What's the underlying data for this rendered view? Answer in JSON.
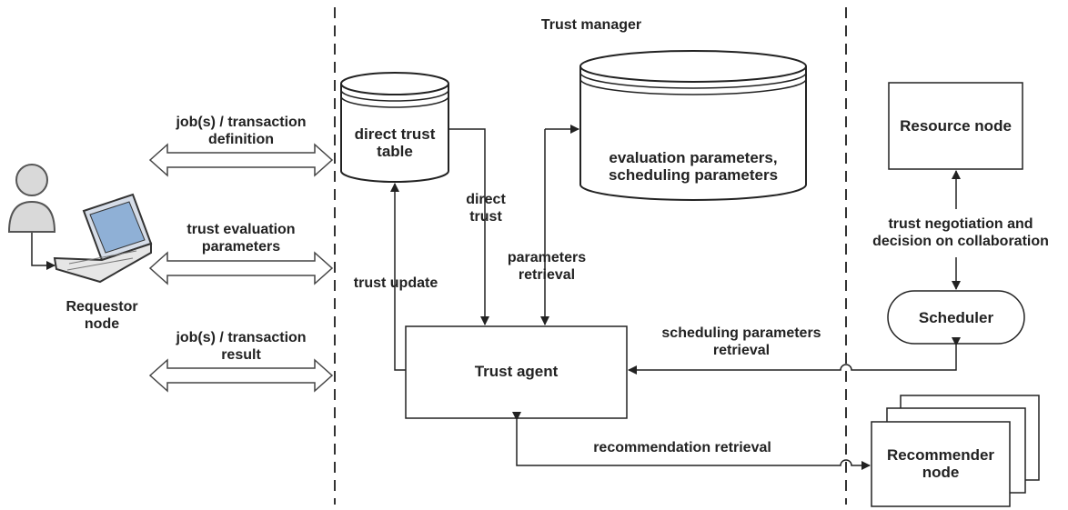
{
  "title": "Trust manager",
  "requestor": {
    "label": "Requestor\nnode"
  },
  "channels": [
    {
      "label": "job(s) / transaction\ndefinition"
    },
    {
      "label": "trust evaluation\nparameters"
    },
    {
      "label": "job(s) / transaction\nresult"
    }
  ],
  "direct_trust_table": {
    "label": "direct trust\ntable"
  },
  "parameters_db": {
    "label": "evaluation parameters,\nscheduling parameters"
  },
  "trust_agent": {
    "label": "Trust agent"
  },
  "resource_node": {
    "label": "Resource node"
  },
  "scheduler": {
    "label": "Scheduler"
  },
  "recommender": {
    "label": "Recommender\nnode"
  },
  "flows": {
    "direct_trust": "direct\ntrust",
    "trust_update": "trust update",
    "parameters_retrieval": "parameters\nretrieval",
    "scheduling_parameters_retrieval": "scheduling parameters\nretrieval",
    "recommendation_retrieval": "recommendation retrieval",
    "trust_negotiation": "trust negotiation and\ndecision on collaboration"
  },
  "colors": {
    "line": "#222222",
    "fill": "#ffffff",
    "person": "#d9d9d9",
    "screen": "#8fb0d6"
  }
}
